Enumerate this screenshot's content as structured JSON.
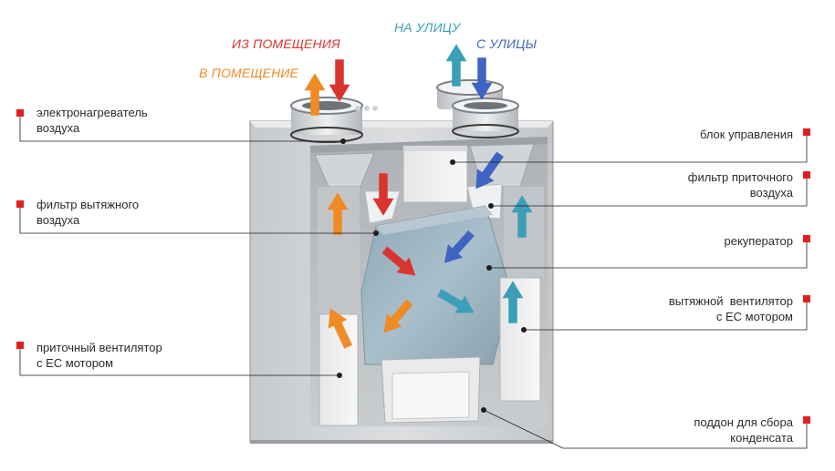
{
  "colors": {
    "marker": "#e0201f",
    "exhaust": "#d9352e",
    "supply": "#ef8a25",
    "outside": "#3a9fb7",
    "fresh": "#3f63c3",
    "leader": "#1e1e1e"
  },
  "flows": {
    "from_room": "ИЗ ПОМЕЩЕНИЯ",
    "to_room": "В ПОМЕЩЕНИЕ",
    "to_street": "НА УЛИЦУ",
    "from_street": "С УЛИЦЫ"
  },
  "labels": {
    "heater": [
      "электронагреватель",
      "воздуха"
    ],
    "exhaust_filter": [
      "фильтр вытяжного",
      "воздуха"
    ],
    "supply_fan": [
      "приточный вентилятор",
      "с ЕС мотором"
    ],
    "control_unit": [
      "блок управления"
    ],
    "supply_filter": [
      "фильтр приточного",
      "воздуха"
    ],
    "recuperator": [
      "рекуператор"
    ],
    "exhaust_fan": [
      "вытяжной  вентилятор",
      "с ЕС мотором"
    ],
    "condensate_tray": [
      "поддон для сбора",
      "конденсата"
    ]
  },
  "icons": {
    "callout_marker": "red-square-icon",
    "airflow_arrow": "block-arrow-icon"
  }
}
